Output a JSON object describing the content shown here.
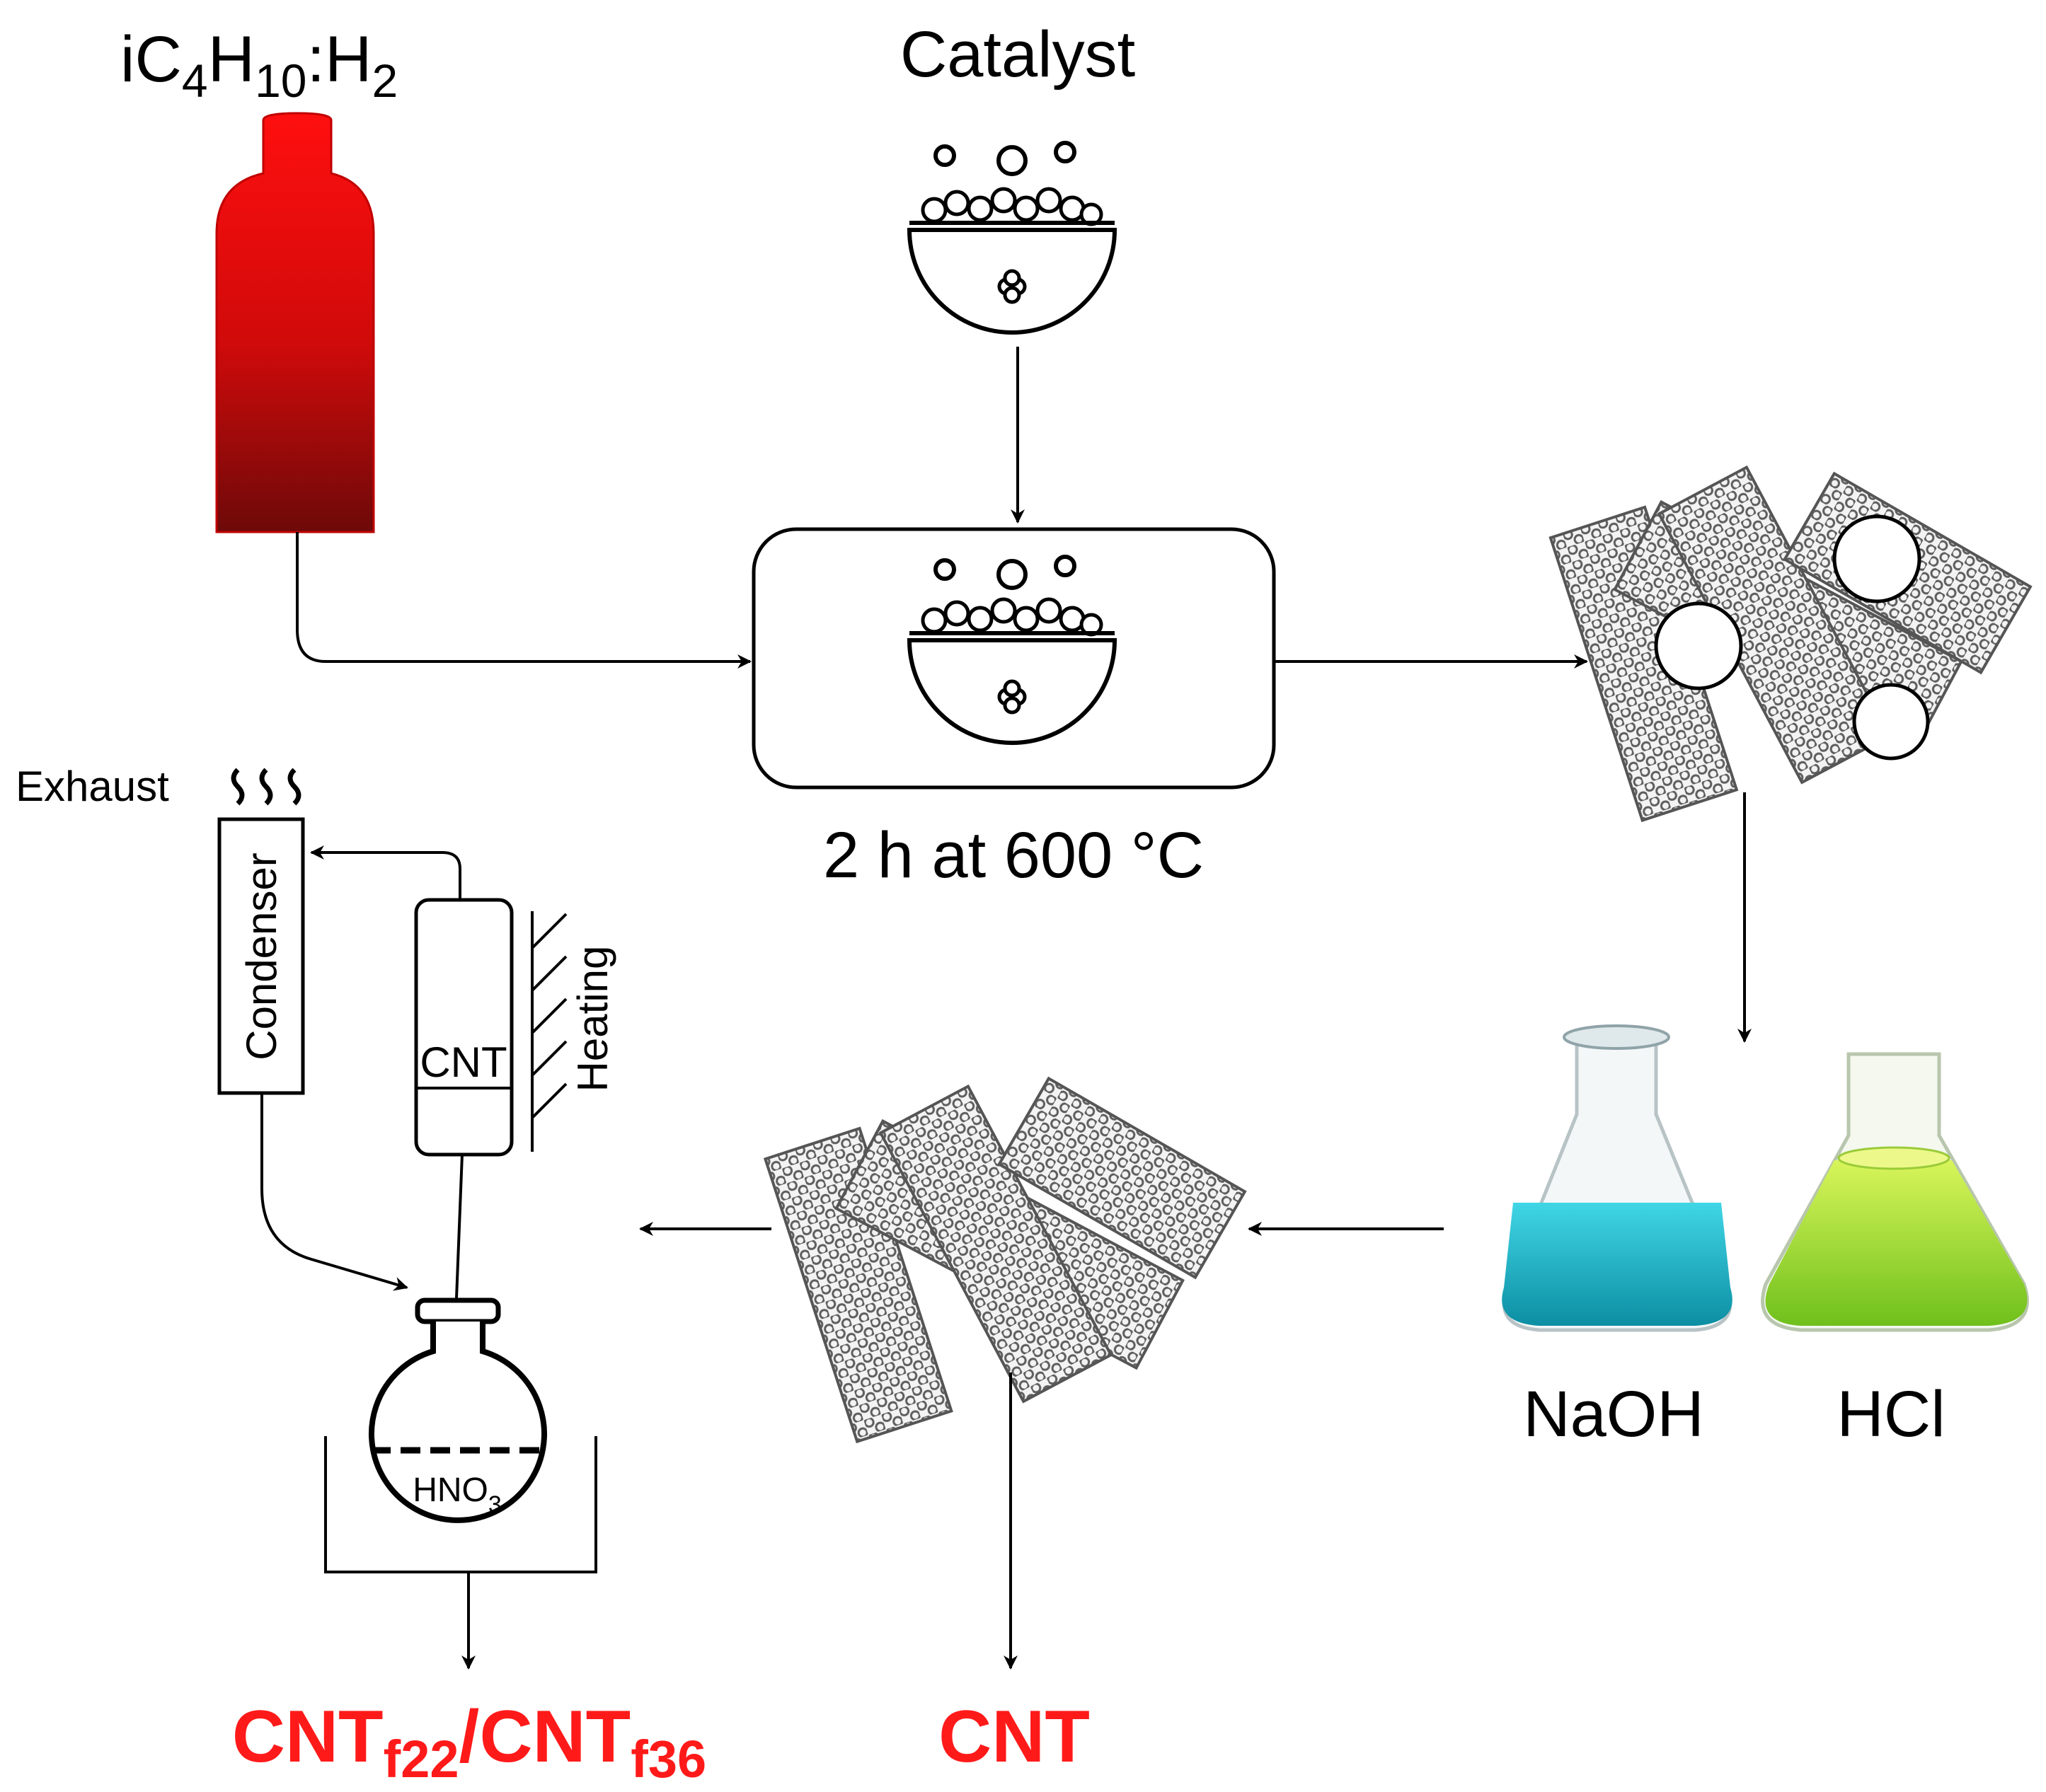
{
  "feed_gas": {
    "base": "iC",
    "sub1": "4",
    "mid": "H",
    "sub2": "10",
    "tail": ":H",
    "sub3": "2"
  },
  "catalyst_label": "Catalyst",
  "reactor_condition": "2 h at 600 °C",
  "exhaust_label": "Exhaust",
  "condenser_label": "Condenser",
  "cnt_column_label": "CNT",
  "heating_label": "Heating",
  "flask_content": {
    "base": "HNO",
    "sub": "3"
  },
  "acids": [
    {
      "name": "NaOH",
      "color": "#19b9cc"
    },
    {
      "name": "HCl",
      "color": "#9be02a"
    }
  ],
  "outputs": {
    "functionalized": {
      "a": "CNT",
      "a_sub": "f22",
      "sep": "/",
      "b": "CNT",
      "b_sub": "f36"
    },
    "pristine": "CNT"
  },
  "colors": {
    "cylinder_top": "#ff0f0f",
    "cylinder_bottom": "#7a0a0a",
    "output_text": "#ff1a1a",
    "nanotube": "#6b6b6b"
  }
}
